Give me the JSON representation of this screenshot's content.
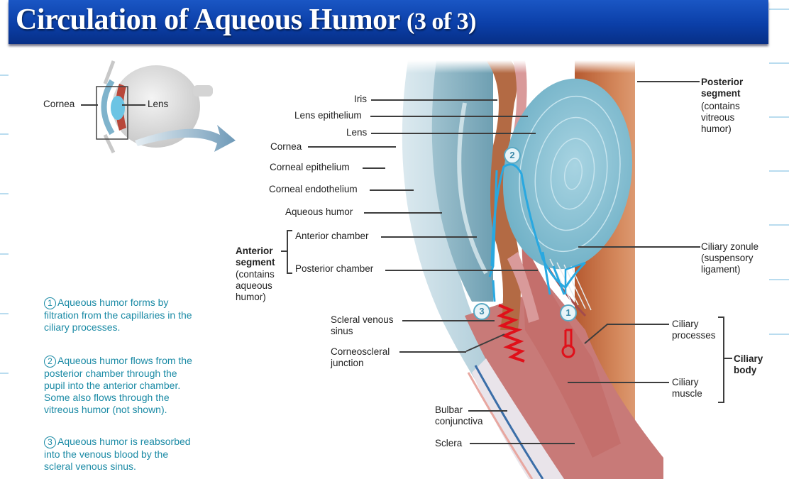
{
  "slide": {
    "title_main": "Circulation of Aqueous Humor",
    "title_sub": "(3 of 3)"
  },
  "inset": {
    "labels": {
      "cornea": "Cornea",
      "lens": "Lens"
    }
  },
  "steps": [
    {
      "num": "1",
      "text": "Aqueous humor forms by filtration from the capillaries in the ciliary processes."
    },
    {
      "num": "2",
      "text": "Aqueous humor flows from the posterior chamber through the pupil into the anterior chamber. Some also flows through the vitreous humor (not shown)."
    },
    {
      "num": "3",
      "text": "Aqueous humor is reabsorbed into the venous blood by the scleral venous sinus."
    }
  ],
  "labels": {
    "iris": "Iris",
    "lens_epithelium": "Lens epithelium",
    "lens": "Lens",
    "cornea": "Cornea",
    "corneal_epithelium": "Corneal epithelium",
    "corneal_endothelium": "Corneal endothelium",
    "aqueous_humor": "Aqueous humor",
    "anterior_chamber": "Anterior chamber",
    "posterior_chamber": "Posterior chamber",
    "anterior_segment_title": "Anterior segment",
    "anterior_segment_note": "(contains aqueous humor)",
    "scleral_venous_sinus": "Scleral venous sinus",
    "corneoscleral_junction": "Corneoscleral junction",
    "bulbar_conjunctiva": "Bulbar conjunctiva",
    "sclera": "Sclera",
    "posterior_segment_title": "Posterior segment",
    "posterior_segment_note": "(contains vitreous humor)",
    "ciliary_zonule": "Ciliary zonule (suspensory ligament)",
    "ciliary_processes": "Ciliary processes",
    "ciliary_muscle": "Ciliary muscle",
    "ciliary_body": "Ciliary body"
  },
  "badges": {
    "b1": "1",
    "b2": "2",
    "b3": "3"
  },
  "colors": {
    "title_bar": "#0b3fa8",
    "step_text": "#1a8aa5",
    "annotation_blue": "#29a8e0",
    "annotation_red": "#e0101a",
    "lens": "#8cc3d3",
    "choroid": "#c4673a"
  }
}
